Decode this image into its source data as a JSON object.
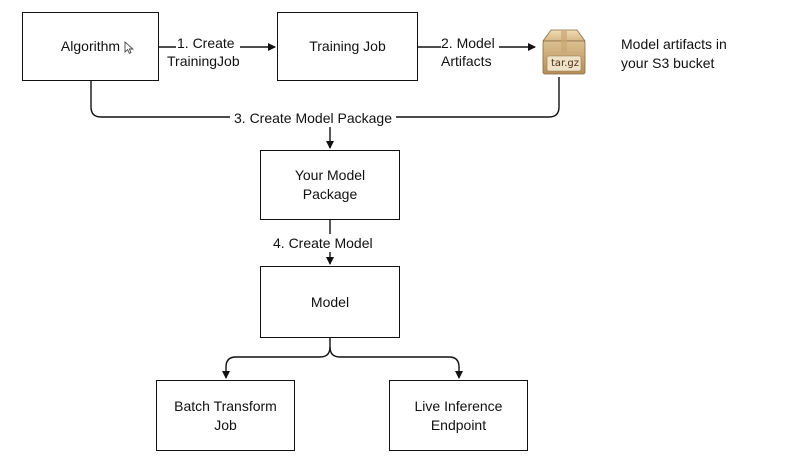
{
  "nodes": {
    "algorithm": "Algorithm",
    "training_job": "Training Job",
    "model_package_line1": "Your Model",
    "model_package_line2": "Package",
    "model": "Model",
    "batch_transform_line1": "Batch Transform",
    "batch_transform_line2": "Job",
    "live_inference_line1": "Live Inference",
    "live_inference_line2": "Endpoint"
  },
  "edges": {
    "create_training_job_line1": "1. Create",
    "create_training_job_line2": "TrainingJob",
    "model_artifacts_line1": "2. Model",
    "model_artifacts_line2": "Artifacts",
    "create_model_package": "3. Create Model Package",
    "create_model": "4. Create Model"
  },
  "artifact": {
    "icon": "package-box-icon",
    "file_label": "tar.gz",
    "caption_line1": "Model artifacts in",
    "caption_line2": "your S3 bucket"
  }
}
